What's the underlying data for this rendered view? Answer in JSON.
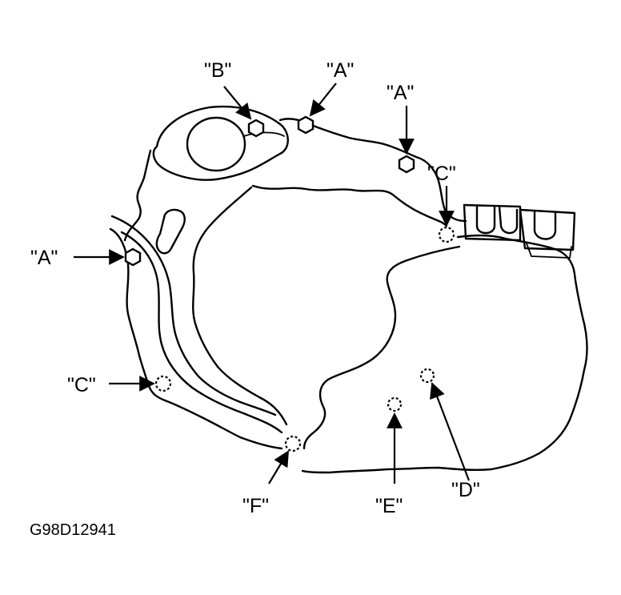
{
  "figure_code": "G98D12941",
  "callouts": [
    {
      "id": "b1",
      "text": "\"B\""
    },
    {
      "id": "a1",
      "text": "\"A\""
    },
    {
      "id": "a2",
      "text": "\"A\""
    },
    {
      "id": "c1",
      "text": "\"C\""
    },
    {
      "id": "a3",
      "text": "\"A\""
    },
    {
      "id": "c2",
      "text": "\"C\""
    },
    {
      "id": "f1",
      "text": "\"F\""
    },
    {
      "id": "e1",
      "text": "\"E\""
    },
    {
      "id": "d1",
      "text": "\"D\""
    }
  ]
}
